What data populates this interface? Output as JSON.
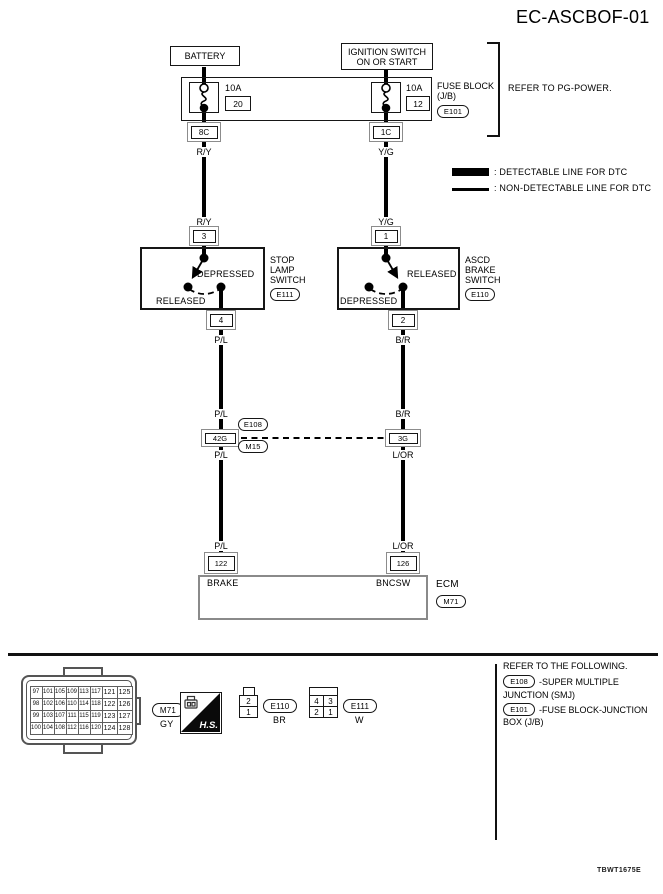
{
  "title": "EC-ASCBOF-01",
  "footer_code": "TBWT1675E",
  "legend": {
    "detectable": ": DETECTABLE LINE FOR DTC",
    "non_detectable": ": NON-DETECTABLE LINE FOR DTC"
  },
  "power": {
    "battery": "BATTERY",
    "ignition_line1": "IGNITION SWITCH",
    "ignition_line2": "ON OR START",
    "fuse_block_line1": "FUSE BLOCK",
    "fuse_block_line2": "(J/B)",
    "fuse_block_ref": "E101",
    "refer_note": "REFER TO PG-POWER.",
    "fuse_left": {
      "rating": "10A",
      "slot": "20",
      "pin": "8C"
    },
    "fuse_right": {
      "rating": "10A",
      "slot": "12",
      "pin": "1C"
    }
  },
  "wire_colors": {
    "ry": "R/Y",
    "yg": "Y/G",
    "pl": "P/L",
    "br": "B/R",
    "lor": "L/OR"
  },
  "stop_lamp_switch": {
    "pin_top": "3",
    "pin_bottom": "4",
    "label_depressed": "DEPRESSED",
    "label_released": "RELEASED",
    "name_line1": "STOP",
    "name_line2": "LAMP",
    "name_line3": "SWITCH",
    "ref": "E111"
  },
  "ascd_brake_switch": {
    "pin_top": "1",
    "pin_bottom": "2",
    "label_released": "RELEASED",
    "label_depressed": "DEPRESSED",
    "name_line1": "ASCD",
    "name_line2": "BRAKE",
    "name_line3": "SWITCH",
    "ref": "E110"
  },
  "smj": {
    "left_pin": "42G",
    "right_pin": "3G",
    "ref_top": "E108",
    "ref_bottom": "M15"
  },
  "ecm": {
    "pin_left": "122",
    "signal_left": "BRAKE",
    "pin_right": "126",
    "signal_right": "BNCSW",
    "name": "ECM",
    "ref": "M71"
  },
  "connector_views": {
    "ecm_connector": {
      "ref": "M71",
      "color": "GY",
      "rows": [
        [
          "97",
          "101",
          "105",
          "109",
          "113",
          "117",
          "121",
          "125"
        ],
        [
          "98",
          "102",
          "106",
          "110",
          "114",
          "118",
          "122",
          "126"
        ],
        [
          "99",
          "103",
          "107",
          "111",
          "115",
          "119",
          "123",
          "127"
        ],
        [
          "100",
          "104",
          "108",
          "112",
          "116",
          "120",
          "124",
          "128"
        ]
      ]
    },
    "hs_badge": "H.S.",
    "e110_view": {
      "ref": "E110",
      "color": "BR",
      "pins": [
        "2",
        "1"
      ]
    },
    "e111_view": {
      "ref": "E111",
      "color": "W",
      "pins": [
        "4",
        "3",
        "2",
        "1"
      ]
    },
    "notes": {
      "heading": "REFER TO THE FOLLOWING.",
      "item1_ref": "E108",
      "item1_text1": "-SUPER MULTIPLE",
      "item1_text2": "JUNCTION (SMJ)",
      "item2_ref": "E101",
      "item2_text1": "-FUSE BLOCK-JUNCTION",
      "item2_text2": "BOX (J/B)"
    }
  }
}
